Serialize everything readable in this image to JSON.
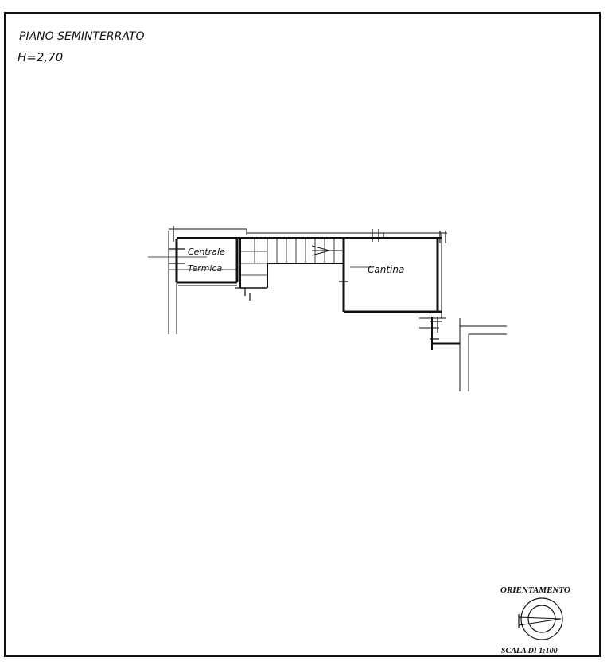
{
  "header": {
    "floor_label": "PIANO SEMINTERRATO",
    "height_label": "H=2,70"
  },
  "rooms": [
    {
      "line1": "Centrale",
      "line2": "Termica"
    },
    {
      "line1": "Cantina",
      "line2": ""
    }
  ],
  "legend": {
    "orientation_label": "ORIENTAMENTO",
    "scale_label": "SCALA DI 1:100",
    "compass_icon": "compass-icon"
  },
  "colors": {
    "ink": "#111111",
    "paper": "#ffffff"
  }
}
